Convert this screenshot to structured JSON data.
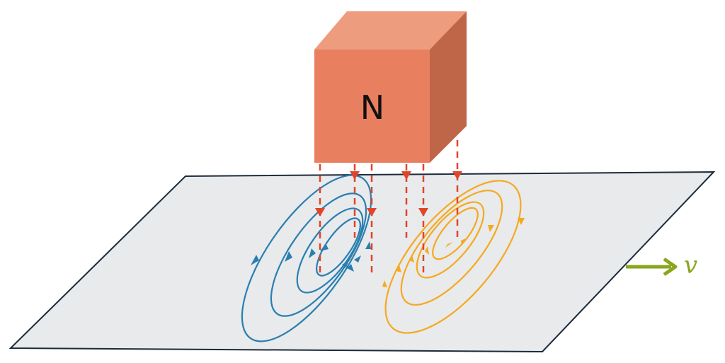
{
  "magnet": {
    "label": "N",
    "pole": "north"
  },
  "velocity": {
    "label": "v"
  },
  "colors": {
    "plane": "#e8eaec",
    "plane_edge": "#1c2b3a",
    "cube_front": "#e87f5e",
    "cube_top": "#ee9c7e",
    "cube_side": "#bf6548",
    "field_lines": "#e0452a",
    "eddy_left": "#2a7fb0",
    "eddy_right": "#f5a91f",
    "velocity_arrow": "#8aa61e"
  },
  "eddy_currents": [
    {
      "side": "left",
      "direction": "counterclockwise",
      "loops": 4
    },
    {
      "side": "right",
      "direction": "clockwise",
      "loops": 4
    }
  ]
}
